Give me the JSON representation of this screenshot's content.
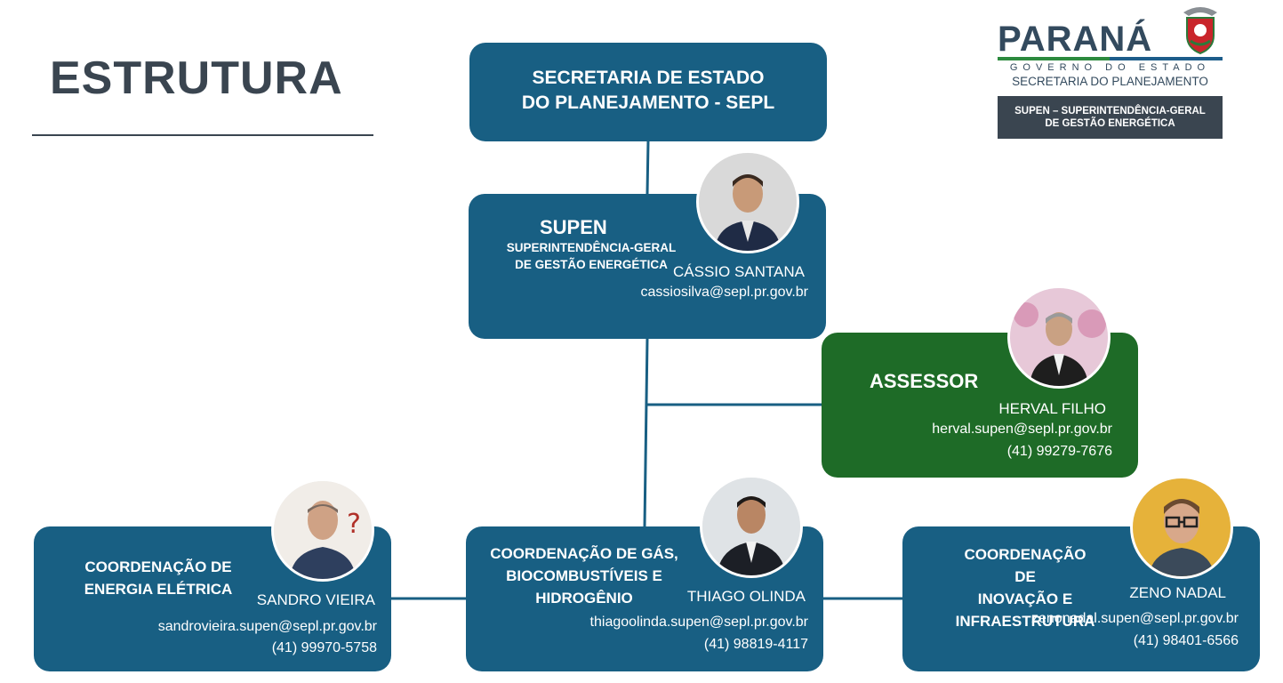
{
  "page": {
    "title": "ESTRUTURA"
  },
  "logo": {
    "wordmark": "PARANÁ",
    "government": "GOVERNO DO ESTADO",
    "secretariat": "SECRETARIA DO PLANEJAMENTO",
    "tag_line1": "SUPEN – SUPERINTENDÊNCIA-GERAL",
    "tag_line2": "DE GESTÃO ENERGÉTICA"
  },
  "colors": {
    "box_blue": "#185f83",
    "box_green": "#1e6b27",
    "title": "#3a4550",
    "connector": "#185f83"
  },
  "sepl": {
    "line1": "SECRETARIA DE ESTADO",
    "line2": "DO PLANEJAMENTO - SEPL"
  },
  "supen": {
    "acronym": "SUPEN",
    "line1": "SUPERINTENDÊNCIA-GERAL",
    "line2": "DE GESTÃO ENERGÉTICA",
    "person": "CÁSSIO SANTANA",
    "email": "cassiosilva@sepl.pr.gov.br"
  },
  "assessor": {
    "role": "ASSESSOR",
    "person": "HERVAL FILHO",
    "email": "herval.supen@sepl.pr.gov.br",
    "phone": "(41) 99279-7676"
  },
  "energia": {
    "line1": "COORDENAÇÃO DE",
    "line2": "ENERGIA ELÉTRICA",
    "person": "SANDRO VIEIRA",
    "email": "sandrovieira.supen@sepl.pr.gov.br",
    "phone": "(41) 99970-5758"
  },
  "gas": {
    "line1": "COORDENAÇÃO DE GÁS,",
    "line2": "BIOCOMBUSTÍVEIS E",
    "line3": "HIDROGÊNIO",
    "person": "THIAGO OLINDA",
    "email": "thiagoolinda.supen@sepl.pr.gov.br",
    "phone": "(41) 98819-4117"
  },
  "inovacao": {
    "line1": "COORDENAÇÃO DE",
    "line2": "INOVAÇÃO E",
    "line3": "INFRAESTRUTURA",
    "person": "ZENO NADAL",
    "email": "zenonadal.supen@sepl.pr.gov.br",
    "phone": "(41) 98401-6566"
  }
}
